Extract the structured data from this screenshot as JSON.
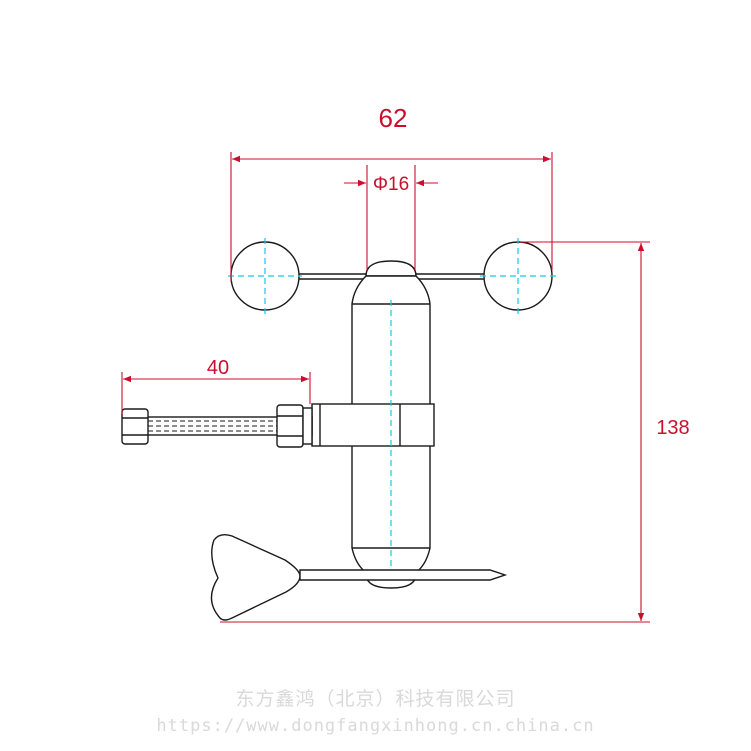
{
  "dimensions": {
    "width_total": "62",
    "shaft_diameter": "Φ16",
    "arm_length": "40",
    "height_total": "138"
  },
  "watermark": {
    "company": "东方鑫鸿（北京）科技有限公司",
    "url": "https://www.dongfangxinhong.cn.china.cn"
  },
  "colors": {
    "outline": "#1a1a1a",
    "dimension": "#c8102e",
    "centerline": "#19c8e6",
    "watermark": "#d9d9d9"
  }
}
